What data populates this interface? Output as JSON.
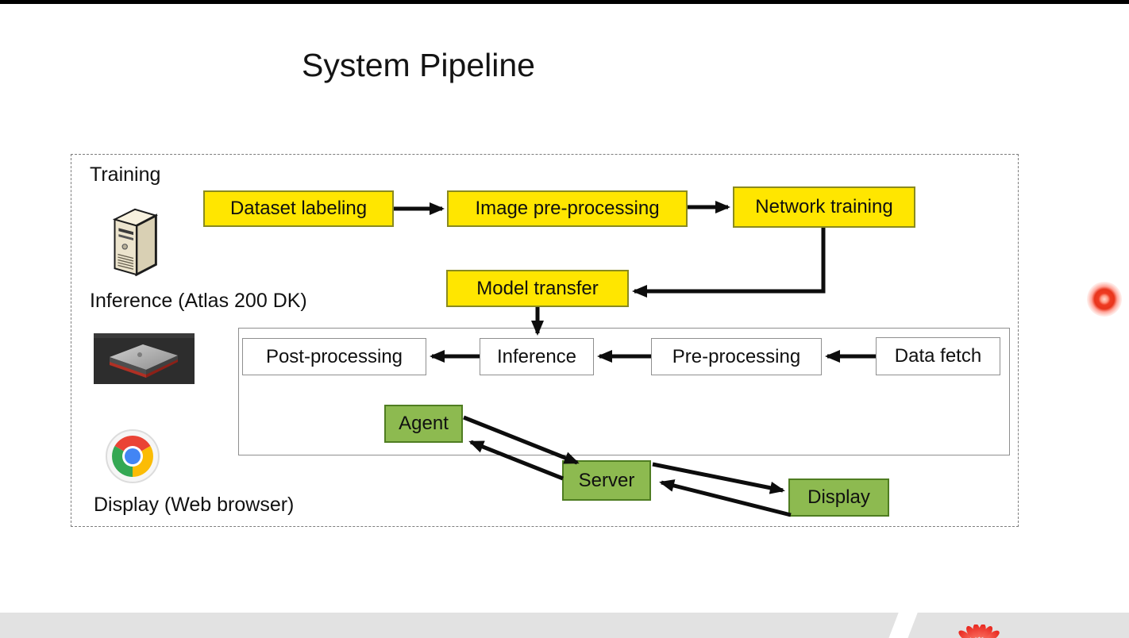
{
  "slide": {
    "title": "System Pipeline"
  },
  "pipeline": {
    "sections": [
      {
        "id": "training",
        "label": "Training",
        "icon": "server-tower-icon"
      },
      {
        "id": "inference",
        "label": "Inference (Atlas 200 DK)",
        "icon": "atlas-200-dk-photo"
      },
      {
        "id": "display",
        "label": "Display (Web browser)",
        "icon": "chrome-browser-icon"
      }
    ],
    "nodes": {
      "dataset_labeling": {
        "label": "Dataset labeling",
        "style": "training-step"
      },
      "image_pre_processing": {
        "label": "Image pre-processing",
        "style": "training-step"
      },
      "network_training": {
        "label": "Network training",
        "style": "training-step"
      },
      "model_transfer": {
        "label": "Model transfer",
        "style": "training-step"
      },
      "post_processing": {
        "label": "Post-processing",
        "style": "inference-step"
      },
      "inference": {
        "label": "Inference",
        "style": "inference-step"
      },
      "pre_processing": {
        "label": "Pre-processing",
        "style": "inference-step"
      },
      "data_fetch": {
        "label": "Data fetch",
        "style": "inference-step"
      },
      "agent": {
        "label": "Agent",
        "style": "service"
      },
      "server": {
        "label": "Server",
        "style": "service"
      },
      "display": {
        "label": "Display",
        "style": "service"
      }
    },
    "edges": [
      {
        "from": "Dataset labeling",
        "to": "Image pre-processing"
      },
      {
        "from": "Image pre-processing",
        "to": "Network training"
      },
      {
        "from": "Network training",
        "to": "Model transfer"
      },
      {
        "from": "Model transfer",
        "to": "Inference"
      },
      {
        "from": "Data fetch",
        "to": "Pre-processing"
      },
      {
        "from": "Pre-processing",
        "to": "Inference"
      },
      {
        "from": "Inference",
        "to": "Post-processing"
      },
      {
        "from": "Agent",
        "to": "Server",
        "bidirectional": true
      },
      {
        "from": "Server",
        "to": "Display",
        "bidirectional": true
      }
    ]
  },
  "footer": {
    "logo": "huawei-flower-logo"
  },
  "pointer": {
    "type": "laser-pointer-dot"
  },
  "colors": {
    "training_step_fill": "#ffe600",
    "training_step_border": "#8a8a20",
    "inference_step_fill": "#ffffff",
    "inference_step_border": "#8f8f8f",
    "service_fill": "#8dba50",
    "service_border": "#4f7d21",
    "arrow": "#0d0d0d",
    "container_border": "#8f8f8f",
    "boundary_border": "#7d7d7d",
    "footer_bar": "#e2e2e2",
    "laser": "#ee3a20"
  }
}
